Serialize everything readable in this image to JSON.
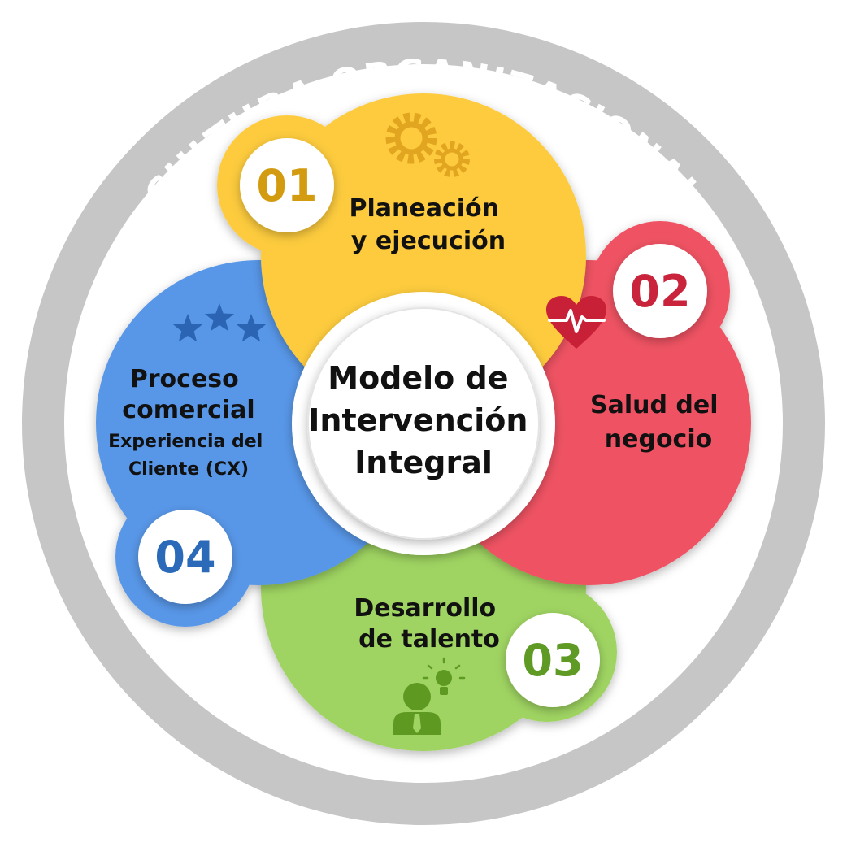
{
  "ring": {
    "label": "CULTURA ORGANIZACIONAL",
    "color": "#c6c6c6",
    "text_color": "#ffffff"
  },
  "center": {
    "lines": [
      "Modelo de",
      "Intervención",
      "Integral"
    ],
    "text_color": "#111111"
  },
  "segments": [
    {
      "number": "01",
      "title_lines": [
        "Planeación",
        "y ejecución"
      ],
      "subtitle_lines": [],
      "color": "#fdcb3e",
      "number_color": "#d39b10",
      "icon": "gears-icon"
    },
    {
      "number": "02",
      "title_lines": [
        "Salud del",
        "negocio"
      ],
      "subtitle_lines": [],
      "color": "#ef5263",
      "number_color": "#c9243b",
      "icon": "heart-pulse-icon"
    },
    {
      "number": "03",
      "title_lines": [
        "Desarrollo",
        "de talento"
      ],
      "subtitle_lines": [],
      "color": "#9fd462",
      "number_color": "#5f9a25",
      "icon": "person-idea-icon"
    },
    {
      "number": "04",
      "title_lines": [
        "Proceso",
        "comercial"
      ],
      "subtitle_lines": [
        "Experiencia del",
        "Cliente (CX)"
      ],
      "color": "#5897e8",
      "number_color": "#2a6ab8",
      "icon": "three-stars-icon"
    }
  ]
}
